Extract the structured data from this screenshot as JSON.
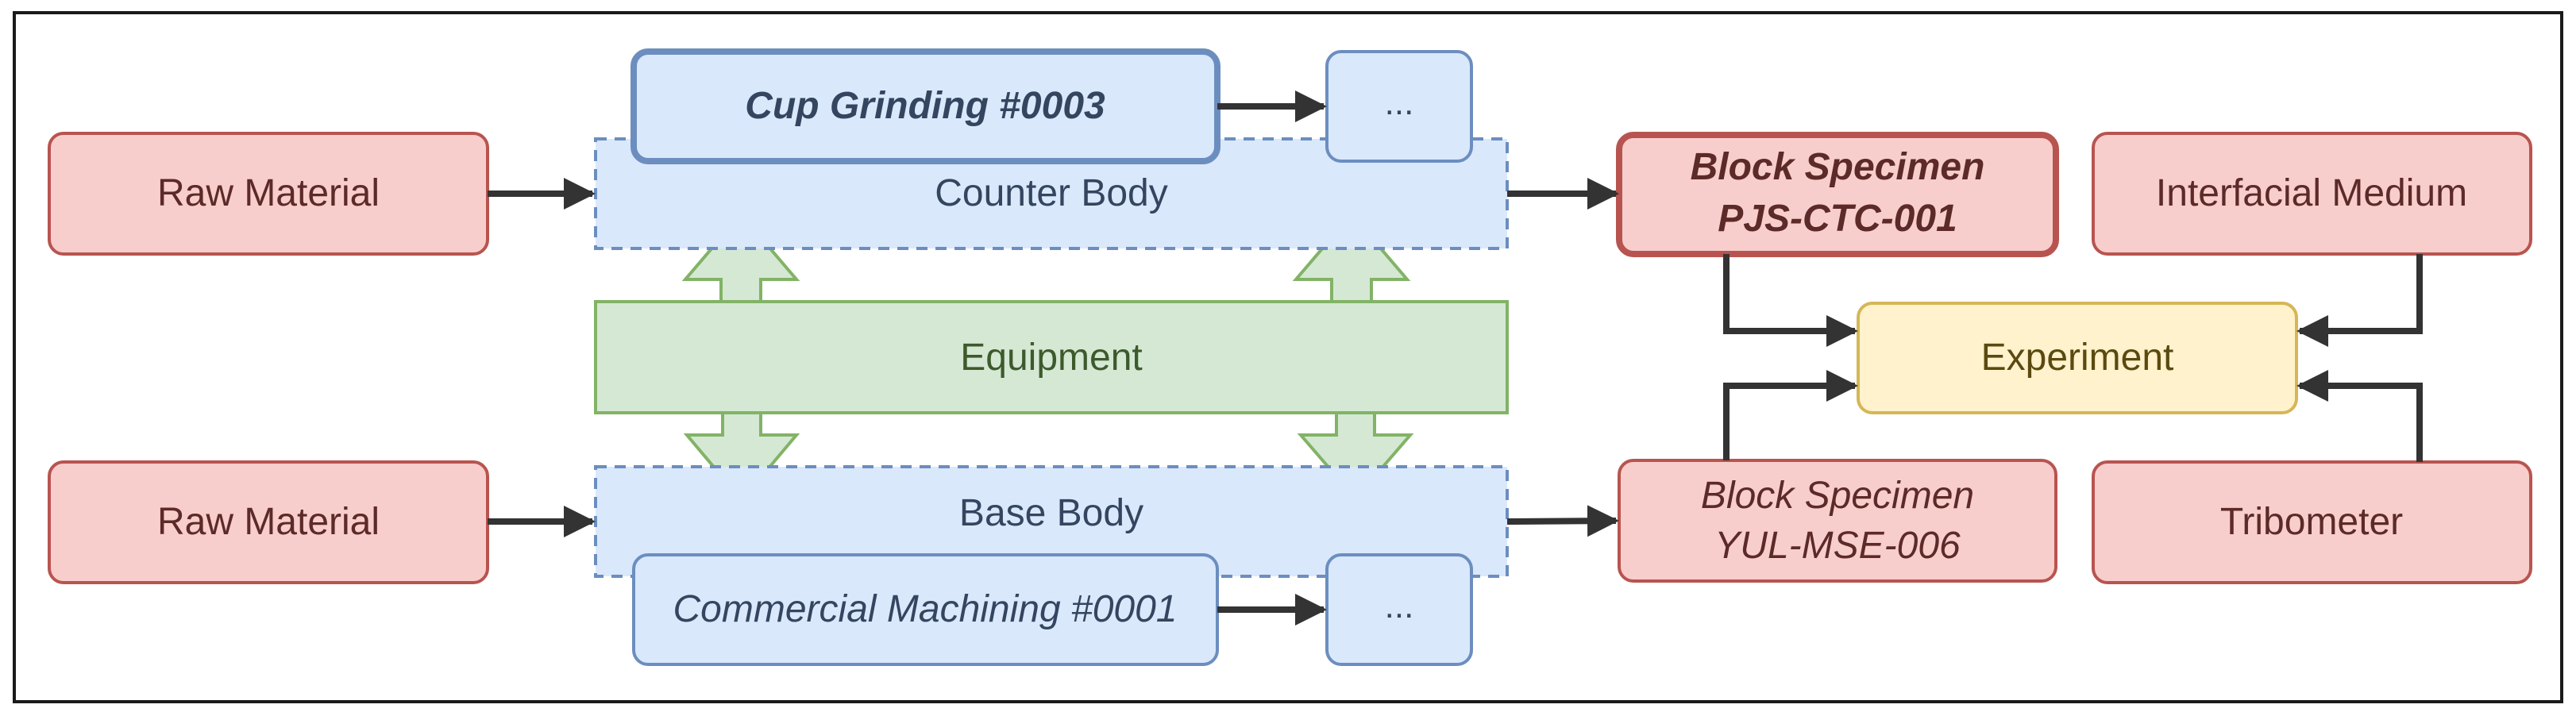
{
  "colors": {
    "red_fill": "#f8cecc",
    "red_stroke": "#b85450",
    "red_text": "#5c2a28",
    "blue_fill": "#dae8fc",
    "blue_stroke": "#6c8ebf",
    "blue_text": "#34465f",
    "green_fill": "#d5e8d4",
    "green_stroke": "#82b366",
    "green_text": "#3d5a2c",
    "yellow_fill": "#fff2cc",
    "yellow_stroke": "#d6b656",
    "yellow_text": "#5a4a10",
    "arrow": "#333333",
    "frame": "#1a1a1a"
  },
  "top_row": {
    "raw_material": "Raw Material",
    "counter_body": "Counter Body",
    "process": "Cup Grinding #0003",
    "ellipsis": "...",
    "block_specimen_line1": "Block Specimen",
    "block_specimen_line2": "PJS-CTC-001",
    "interfacial_medium": "Interfacial Medium"
  },
  "middle_row": {
    "equipment": "Equipment",
    "experiment": "Experiment"
  },
  "bottom_row": {
    "raw_material": "Raw Material",
    "base_body": "Base Body",
    "process": "Commercial Machining #0001",
    "ellipsis": "...",
    "block_specimen_line1": "Block Specimen",
    "block_specimen_line2": "YUL-MSE-006",
    "tribometer": "Tribometer"
  }
}
